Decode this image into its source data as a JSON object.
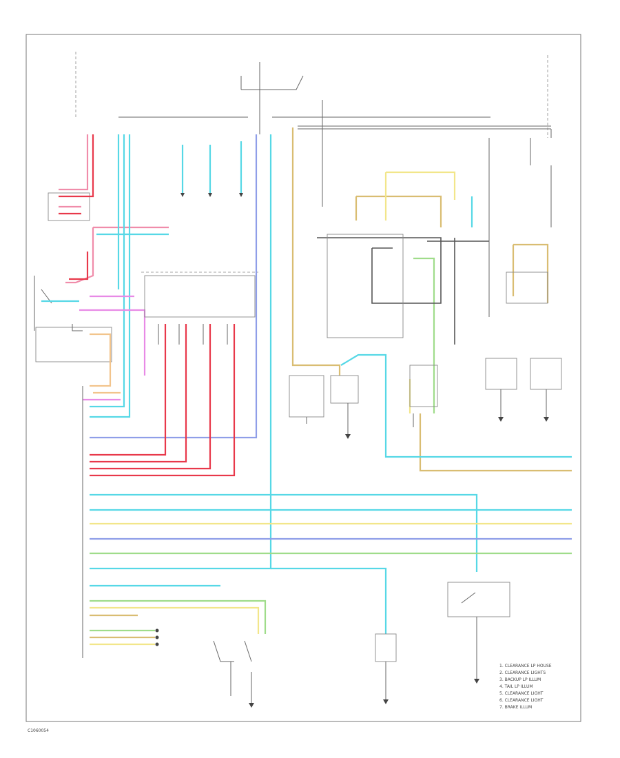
{
  "figure_id": "C1060054",
  "legend": {
    "items": [
      "1. CLEARANCE LP HOUSE",
      "2. CLEARANCE LIGHTS",
      "3. BACKUP LP ILLUM",
      "4. TAIL LP ILLUM",
      "5. CLEARANCE LIGHT",
      "6. CLEARANCE LIGHT",
      "7. BRAKE ILLUM"
    ]
  },
  "colors": {
    "pink": "#f08caa",
    "red": "#e8384a",
    "cyan": "#56d8e6",
    "blue": "#8f9ee8",
    "yellow": "#f2e68a",
    "green": "#9fdc8a",
    "tan": "#d9bd72",
    "orange": "#f2c48c",
    "magenta": "#e88ae6",
    "gray": "#666666"
  }
}
